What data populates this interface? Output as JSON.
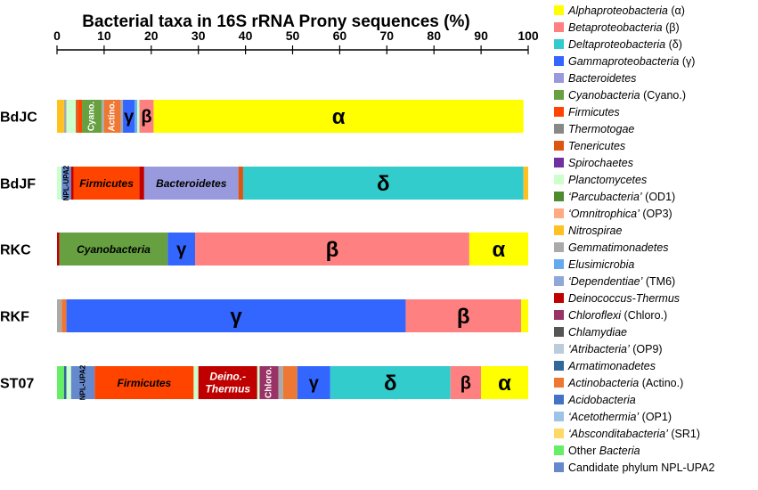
{
  "chart_data": {
    "type": "bar",
    "orientation": "horizontal",
    "stacked": true,
    "title": "Bacterial taxa in 16S rRNA Prony sequences (%)",
    "xlim": [
      0,
      100
    ],
    "x_ticks": [
      0,
      10,
      20,
      30,
      40,
      50,
      60,
      70,
      80,
      90,
      100
    ],
    "x_ticks_position": "top",
    "grid": false,
    "legend_position": "right",
    "categories": [
      "BdJC",
      "BdJF",
      "RKC",
      "RKF",
      "ST07"
    ],
    "taxa": [
      {
        "key": "alpha",
        "name": "Alphaproteobacteria",
        "suffix": " (α)",
        "color": "#FFFF00"
      },
      {
        "key": "beta",
        "name": "Betaproteobacteria",
        "suffix": " (β)",
        "color": "#FF8080"
      },
      {
        "key": "delta",
        "name": "Deltaproteobacteria",
        "suffix": " (δ)",
        "color": "#33CCCC"
      },
      {
        "key": "gamma",
        "name": "Gammaproteobacteria",
        "suffix": " (γ)",
        "color": "#3366FF"
      },
      {
        "key": "bact",
        "name": "Bacteroidetes",
        "suffix": "",
        "color": "#9999DD"
      },
      {
        "key": "cyano",
        "name": "Cyanobacteria",
        "suffix": " (Cyano.)",
        "color": "#66A040"
      },
      {
        "key": "firm",
        "name": "Firmicutes",
        "suffix": "",
        "color": "#FF4400"
      },
      {
        "key": "thermo",
        "name": "Thermotogae",
        "suffix": "",
        "color": "#888888"
      },
      {
        "key": "teneri",
        "name": "Tenericutes",
        "suffix": "",
        "color": "#DD5511"
      },
      {
        "key": "spiro",
        "name": "Spirochaetes",
        "suffix": "",
        "color": "#7030A0"
      },
      {
        "key": "plancto",
        "name": "Planctomycetes",
        "suffix": "",
        "color": "#CCFFCC"
      },
      {
        "key": "parcu",
        "name": "‘Parcubacteria’",
        "suffix": " (OD1)",
        "color": "#4E8A2E"
      },
      {
        "key": "omni",
        "name": "‘Omnitrophica’",
        "suffix": " (OP3)",
        "color": "#FFAA80"
      },
      {
        "key": "nitro",
        "name": "Nitrospirae",
        "suffix": "",
        "color": "#FFC020"
      },
      {
        "key": "gemma",
        "name": "Gemmatimonadetes",
        "suffix": "",
        "color": "#AAAAAA"
      },
      {
        "key": "elusi",
        "name": "Elusimicrobia",
        "suffix": "",
        "color": "#66AAEE"
      },
      {
        "key": "depend",
        "name": "‘Dependentiae’",
        "suffix": " (TM6)",
        "color": "#8FA8D8"
      },
      {
        "key": "deino",
        "name": "Deinococcus-Thermus",
        "suffix": "",
        "color": "#C00000"
      },
      {
        "key": "chloro",
        "name": "Chloroflexi",
        "suffix": " (Chloro.)",
        "color": "#993366"
      },
      {
        "key": "chlamy",
        "name": "Chlamydiae",
        "suffix": "",
        "color": "#555555"
      },
      {
        "key": "atri",
        "name": "‘Atribacteria’",
        "suffix": " (OP9)",
        "color": "#BBCCDD"
      },
      {
        "key": "armati",
        "name": "Armatimonadetes",
        "suffix": "",
        "color": "#336699"
      },
      {
        "key": "actino",
        "name": "Actinobacteria",
        "suffix": " (Actino.)",
        "color": "#EE7733"
      },
      {
        "key": "acido",
        "name": "Acidobacteria",
        "suffix": "",
        "color": "#4472C4"
      },
      {
        "key": "aceto",
        "name": "‘Acetothermia’",
        "suffix": " (OP1)",
        "color": "#9DC3E6"
      },
      {
        "key": "abscon",
        "name": "‘Absconditabacteria’",
        "suffix": " (SR1)",
        "color": "#FFD966"
      },
      {
        "key": "other",
        "name": "Other Bacteria",
        "suffix": "",
        "color": "#66EE66"
      },
      {
        "key": "npl",
        "name": "Candidate phylum NPL-UPA2",
        "suffix": "",
        "color": "#6688CC"
      }
    ],
    "rows": [
      {
        "category": "BdJC",
        "segments": [
          {
            "taxon": "nitro",
            "value": 1.5
          },
          {
            "taxon": "gemma",
            "value": 0.5
          },
          {
            "taxon": "plancto",
            "value": 2.0
          },
          {
            "taxon": "teneri",
            "value": 0.5
          },
          {
            "taxon": "firm",
            "value": 0.8
          },
          {
            "taxon": "cyano",
            "value": 4.2,
            "label": "Cyano."
          },
          {
            "taxon": "gemma",
            "value": 0.5
          },
          {
            "taxon": "actino",
            "value": 3.5,
            "label": "Actino."
          },
          {
            "taxon": "gemma",
            "value": 0.5
          },
          {
            "taxon": "gamma",
            "value": 2.5,
            "label": "γ"
          },
          {
            "taxon": "elusi",
            "value": 0.5
          },
          {
            "taxon": "plancto",
            "value": 0.5
          },
          {
            "taxon": "beta",
            "value": 3.0,
            "label": "β"
          },
          {
            "taxon": "alpha",
            "value": 78.5,
            "label": "α"
          }
        ]
      },
      {
        "category": "BdJF",
        "segments": [
          {
            "taxon": "plancto",
            "value": 1.0
          },
          {
            "taxon": "npl",
            "value": 2.0,
            "label": "NPL-UPA2"
          },
          {
            "taxon": "deino",
            "value": 0.5
          },
          {
            "taxon": "firm",
            "value": 14.0,
            "label": "Firmicutes"
          },
          {
            "taxon": "deino",
            "value": 1.0
          },
          {
            "taxon": "bact",
            "value": 20.0,
            "label": "Bacteroidetes"
          },
          {
            "taxon": "teneri",
            "value": 1.0
          },
          {
            "taxon": "delta",
            "value": 59.5,
            "label": "δ"
          },
          {
            "taxon": "nitro",
            "value": 1.0
          }
        ]
      },
      {
        "category": "RKC",
        "segments": [
          {
            "taxon": "deino",
            "value": 0.5
          },
          {
            "taxon": "cyano",
            "value": 23.0,
            "label": "Cyanobacteria"
          },
          {
            "taxon": "gamma",
            "value": 5.8,
            "label": "γ"
          },
          {
            "taxon": "beta",
            "value": 58.2,
            "label": "β"
          },
          {
            "taxon": "alpha",
            "value": 12.5,
            "label": "α"
          }
        ]
      },
      {
        "category": "RKF",
        "segments": [
          {
            "taxon": "gemma",
            "value": 1.0
          },
          {
            "taxon": "actino",
            "value": 1.0
          },
          {
            "taxon": "gamma",
            "value": 72.0,
            "label": "γ"
          },
          {
            "taxon": "beta",
            "value": 24.5,
            "label": "β"
          },
          {
            "taxon": "alpha",
            "value": 1.5
          }
        ]
      },
      {
        "category": "ST07",
        "segments": [
          {
            "taxon": "other",
            "value": 1.5
          },
          {
            "taxon": "armati",
            "value": 0.5
          },
          {
            "taxon": "plancto",
            "value": 1.0
          },
          {
            "taxon": "npl",
            "value": 5.0,
            "label": "NPL-UPA2"
          },
          {
            "taxon": "firm",
            "value": 21.0,
            "label": "Firmicutes"
          },
          {
            "taxon": "plancto",
            "value": 1.0
          },
          {
            "taxon": "deino",
            "value": 12.5,
            "label": "Deino.-\nThermus"
          },
          {
            "taxon": "plancto",
            "value": 0.5
          },
          {
            "taxon": "chloro",
            "value": 4.0,
            "label": "Chloro."
          },
          {
            "taxon": "gemma",
            "value": 1.0
          },
          {
            "taxon": "actino",
            "value": 3.0
          },
          {
            "taxon": "gamma",
            "value": 7.0,
            "label": "γ"
          },
          {
            "taxon": "delta",
            "value": 25.5,
            "label": "δ"
          },
          {
            "taxon": "beta",
            "value": 6.5,
            "label": "β"
          },
          {
            "taxon": "alpha",
            "value": 10.0,
            "label": "α"
          }
        ]
      }
    ]
  }
}
